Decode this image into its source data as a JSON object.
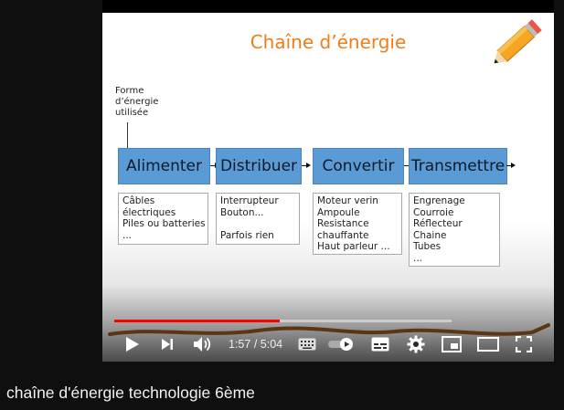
{
  "slide": {
    "title": "Chaîne d’énergie",
    "forme_lines": [
      "Forme",
      "d’énergie",
      "utilisée"
    ],
    "blocks": [
      "Alimenter",
      "Distribuer",
      "Convertir",
      "Transmettre"
    ],
    "lists": [
      [
        "Câbles",
        "électriques",
        "Piles ou batteries",
        "..."
      ],
      [
        "Interrupteur",
        "Bouton...",
        "",
        "Parfois rien"
      ],
      [
        "Moteur verin",
        "Ampoule",
        "Resistance",
        "chauffante",
        "Haut parleur ..."
      ],
      [
        "Engrenage",
        "Courroie",
        "Réflecteur",
        "Chaine",
        "Tubes",
        "..."
      ]
    ]
  },
  "player": {
    "time_current": "1:57",
    "time_total": "5:04",
    "time_separator": " / ",
    "progress_fraction": 0.49,
    "colors": {
      "progress": "#ff0000",
      "block": "#5b9bd5",
      "title": "#f07d1a"
    },
    "icons": [
      "play-icon",
      "next-icon",
      "volume-icon",
      "subtitles-icon",
      "autoplay-toggle-icon",
      "captions-icon",
      "settings-icon",
      "miniplayer-icon",
      "theater-icon",
      "fullscreen-icon"
    ]
  },
  "video": {
    "title": "chaîne d'énergie technologie 6ème"
  }
}
